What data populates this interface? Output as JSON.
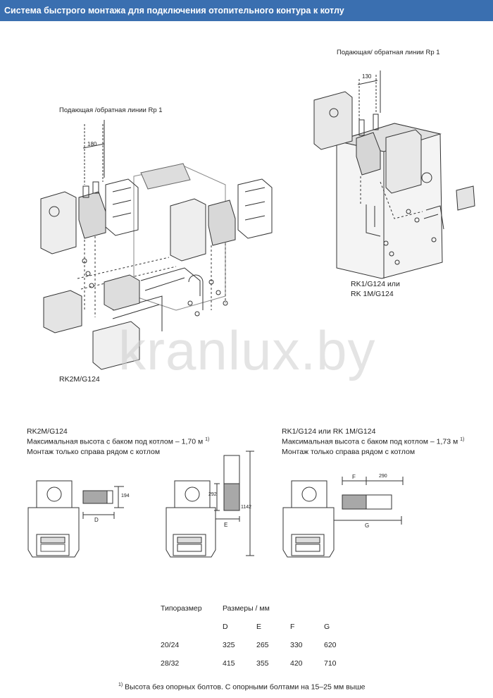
{
  "header": {
    "title": "Система быстрого монтажа для подключения отопительного контура к котлу"
  },
  "diagram_left": {
    "supply_label": "Подающая /обратная линии Rp 1",
    "dim": "180",
    "model": "RK2M/G124"
  },
  "diagram_right": {
    "supply_label": "Подающая/ обратная линии Rp 1",
    "dim": "130",
    "model_line1": "RK1/G124 или",
    "model_line2": "RK 1M/G124"
  },
  "notes_left": {
    "line1": "RK2M/G124",
    "line2": "Максимальная высота с баком под котлом – 1,70 м",
    "line2_mark": "1)",
    "line3": "Монтаж только справа рядом с котлом"
  },
  "notes_right": {
    "line1": "RK1/G124 или RK 1M/G124",
    "line2": "Максимальная высота с баком под котлом – 1,73 м",
    "line2_mark": "1)",
    "line3": "Монтаж только справа рядом с котлом"
  },
  "schematics": {
    "s1_h": "194",
    "s1_d": "D",
    "s2_a": "292",
    "s2_h": "1142",
    "s2_e": "E",
    "s3_f": "F",
    "s3_w": "290",
    "s3_g": "G"
  },
  "table": {
    "col_type": "Типоразмер",
    "col_dims": "Размеры / мм",
    "headers": [
      "D",
      "E",
      "F",
      "G"
    ],
    "rows": [
      {
        "type": "20/24",
        "values": [
          "325",
          "265",
          "330",
          "620"
        ]
      },
      {
        "type": "28/32",
        "values": [
          "415",
          "355",
          "420",
          "710"
        ]
      }
    ]
  },
  "footnote": {
    "mark": "1)",
    "text": "Высота без опорных болтов. С опорными болтами на 15–25 мм выше"
  },
  "watermark": "kranlux.by"
}
